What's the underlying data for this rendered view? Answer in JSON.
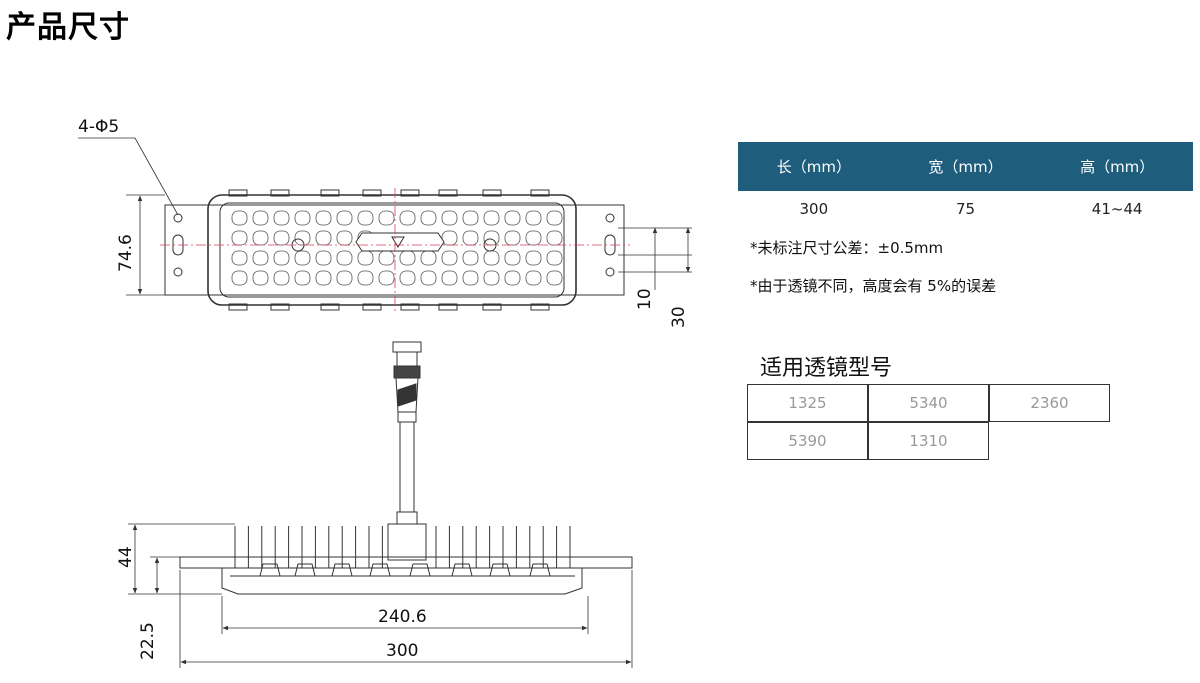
{
  "page_title": "产品尺寸",
  "dimensions": {
    "holes": "4-Φ5",
    "width_top": "74.6",
    "offset_10": "10",
    "offset_30": "30",
    "height_44": "44",
    "height_22_5": "22.5",
    "length_240_6": "240.6",
    "length_300": "300"
  },
  "spec_table": {
    "headers": [
      "长（mm）",
      "宽（mm）",
      "高（mm）"
    ],
    "values": [
      "300",
      "75",
      "41~44"
    ]
  },
  "notes": {
    "tolerance": "*未标注尺寸公差：±0.5mm",
    "lens_error": "*由于透镜不同，高度会有 5%的误差"
  },
  "lens_section": {
    "title": "适用透镜型号",
    "models": [
      "1325",
      "5340",
      "2360",
      "5390",
      "1310"
    ]
  },
  "colors": {
    "table_header": "#1f5d7c",
    "centerline": "#d9405a",
    "drawing_line": "#333333"
  }
}
